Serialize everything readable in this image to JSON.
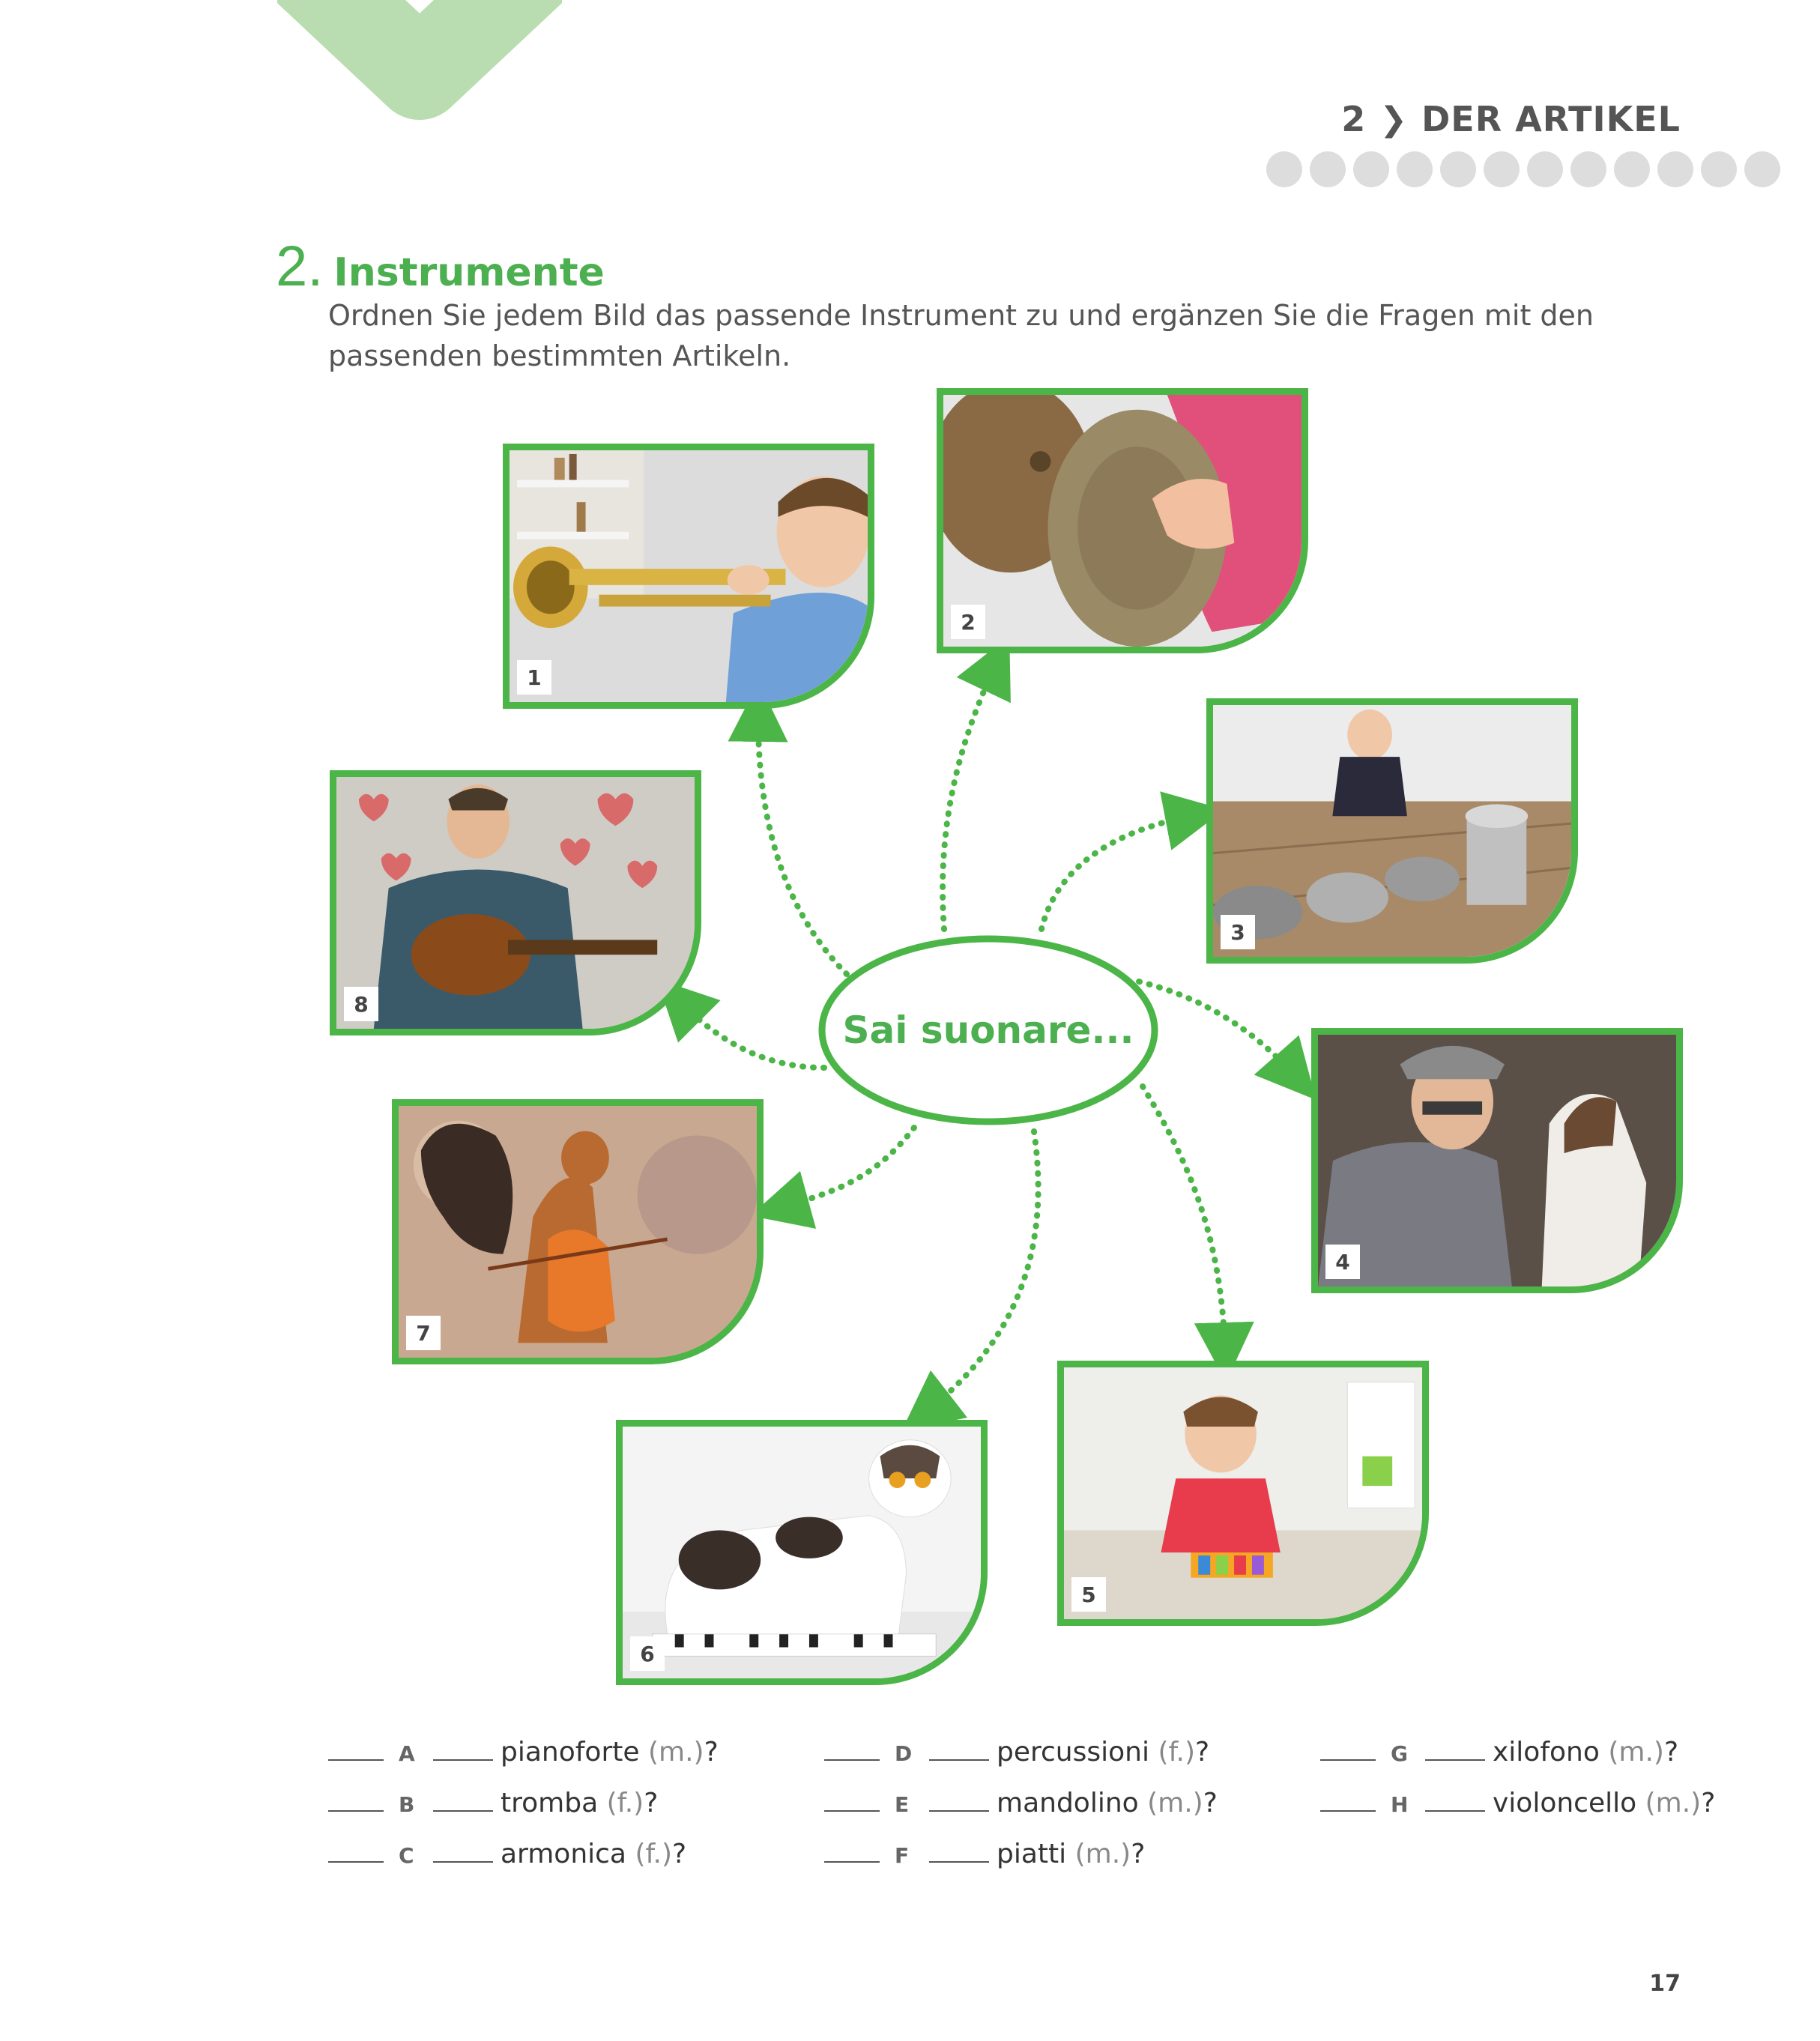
{
  "header": {
    "chapter_number": "2",
    "chapter_title": "DER ARTIKEL",
    "page_number": "17"
  },
  "exercise": {
    "number": "2.",
    "title": "Instrumente",
    "instruction": "Ordnen Sie jedem Bild das passende Instrument zu und ergänzen Sie die Fragen mit den passenden bestimmten Artikeln."
  },
  "mindmap": {
    "center_label": "Sai suonare...",
    "photos": [
      {
        "label": "1",
        "icon": "boy-playing-trumpet"
      },
      {
        "label": "2",
        "icon": "hand-holding-cymbals"
      },
      {
        "label": "3",
        "icon": "toddler-drumming-on-pots"
      },
      {
        "label": "4",
        "icon": "man-playing-harmonica-with-howling-dog"
      },
      {
        "label": "5",
        "icon": "toddler-playing-xylophone"
      },
      {
        "label": "6",
        "icon": "cat-on-piano-keys"
      },
      {
        "label": "7",
        "icon": "squirrel-with-violin"
      },
      {
        "label": "8",
        "icon": "man-singing-with-mandolin"
      }
    ]
  },
  "answers": [
    {
      "letter": "A",
      "word": "pianoforte",
      "gender": "(m.)",
      "suffix": "?"
    },
    {
      "letter": "B",
      "word": "tromba",
      "gender": "(f.)",
      "suffix": "?"
    },
    {
      "letter": "C",
      "word": "armonica",
      "gender": "(f.)",
      "suffix": "?"
    },
    {
      "letter": "D",
      "word": "percussioni",
      "gender": "(f.)",
      "suffix": "?"
    },
    {
      "letter": "E",
      "word": "mandolino",
      "gender": "(m.)",
      "suffix": "?"
    },
    {
      "letter": "F",
      "word": "piatti",
      "gender": "(m.)",
      "suffix": "?"
    },
    {
      "letter": "G",
      "word": "xilofono",
      "gender": "(m.)",
      "suffix": "?"
    },
    {
      "letter": "H",
      "word": "violoncello",
      "gender": "(m.)",
      "suffix": "?"
    }
  ],
  "colors": {
    "accent_green": "#4cb548",
    "title_green": "#4caf50",
    "chevron_light_green": "#b9ddb0",
    "dot_grey": "#dddddd"
  }
}
